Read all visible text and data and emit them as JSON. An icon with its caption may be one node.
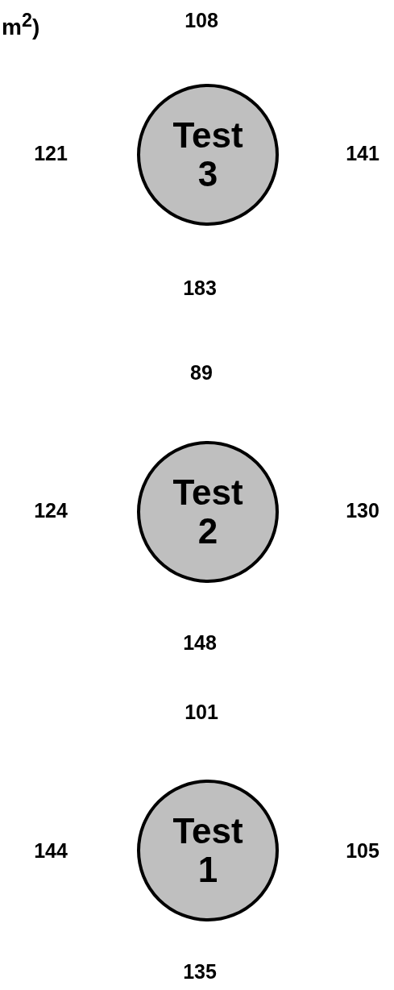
{
  "diagram": {
    "nodes": [
      {
        "text": [
          "Test 3"
        ],
        "beside": [
          "108",
          "121",
          "141",
          "183"
        ]
      },
      {
        "text": [
          "Test 2"
        ],
        "beside": [
          "89",
          "124",
          "130",
          "148"
        ]
      },
      {
        "text": [
          "Test 1"
        ],
        "beside": [
          "101",
          "144",
          "105",
          "135"
        ]
      }
    ],
    "labels": [
      "m$^{2}$)"
    ]
  }
}
